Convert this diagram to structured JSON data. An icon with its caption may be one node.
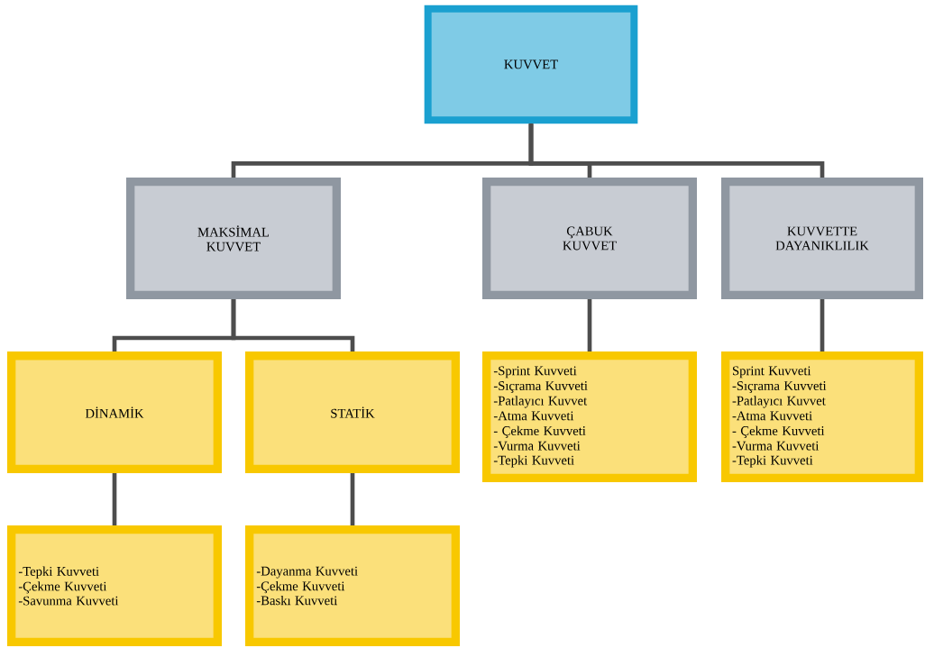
{
  "diagram": {
    "nodes": [
      {
        "text": [
          "KUVVET"
        ]
      },
      {
        "text": [
          "MAKSİMAL KUVVET"
        ]
      },
      {
        "text": [
          "ÇABUK KUVVET"
        ]
      },
      {
        "text": [
          "KUVVETTE DAYANIKLILIK"
        ]
      },
      {
        "text": [
          "DİNAMİK"
        ]
      },
      {
        "text": [
          "STATİK"
        ]
      },
      {
        "text": [
          "-Sprint Kuvveti",
          "-Sıçrama Kuvveti",
          "-Patlayıcı Kuvvet",
          "-Atma Kuvveti",
          "- Çekme Kuvveti",
          "-Vurma Kuvveti",
          "-Tepki Kuvveti"
        ]
      },
      {
        "text": [
          "Sprint Kuvveti",
          "-Sıçrama Kuvveti",
          "-Patlayıcı Kuvvet",
          "-Atma Kuvveti",
          "- Çekme Kuvveti",
          "-Vurma Kuvveti",
          "-Tepki Kuvveti"
        ]
      },
      {
        "text": [
          "-Tepki Kuvveti",
          "-Çekme Kuvveti",
          "-Savunma Kuvveti"
        ]
      },
      {
        "text": [
          "-Dayanma Kuvveti",
          "-Çekme Kuvveti",
          "-Baskı Kuvveti"
        ]
      }
    ],
    "edges": [
      {
        "from": 0,
        "to": 1,
        "arrow": "none"
      },
      {
        "from": 0,
        "to": 2,
        "arrow": "none"
      },
      {
        "from": 0,
        "to": 3,
        "arrow": "none"
      },
      {
        "from": 1,
        "to": 4,
        "arrow": "none"
      },
      {
        "from": 1,
        "to": 5,
        "arrow": "none"
      },
      {
        "from": 2,
        "to": 6,
        "arrow": "none"
      },
      {
        "from": 3,
        "to": 7,
        "arrow": "none"
      },
      {
        "from": 4,
        "to": 8,
        "arrow": "none"
      },
      {
        "from": 5,
        "to": 9,
        "arrow": "none"
      }
    ]
  }
}
